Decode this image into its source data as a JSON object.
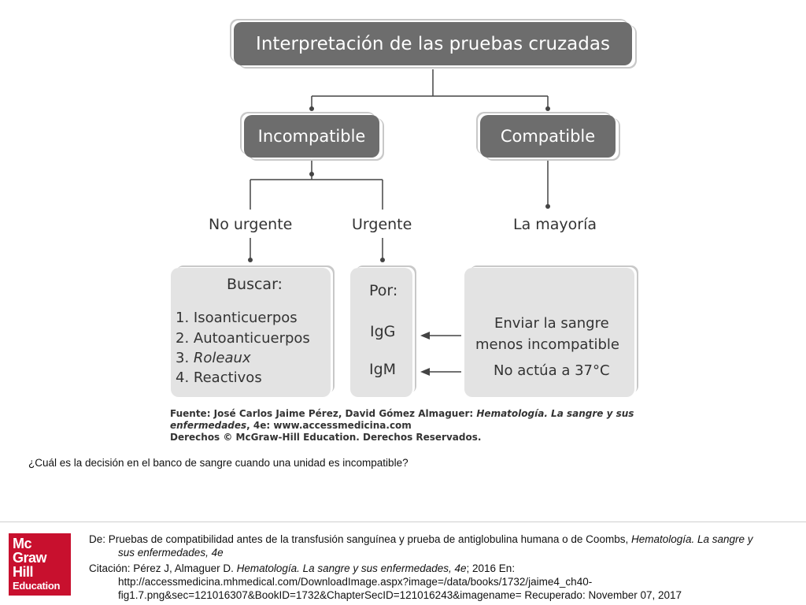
{
  "diagram": {
    "title": "Interpretación de las pruebas cruzadas",
    "incompatible": "Incompatible",
    "compatible": "Compatible",
    "no_urgente": "No urgente",
    "urgente": "Urgente",
    "la_mayoria": "La mayoría",
    "buscar_title": "Buscar:",
    "buscar_items": [
      "1. Isoanticuerpos",
      "2. Autoanticuerpos",
      "3. ",
      "Roleaux",
      "4. Reactivos"
    ],
    "por_title": "Por:",
    "por_items": [
      "IgG",
      "IgM"
    ],
    "enviar_lines": [
      "Enviar la sangre",
      "menos incompatible",
      "No actúa a 37°C"
    ],
    "source_lines": [
      "Fuente: José Carlos Jaime Pérez, David Gómez Almaguer: ",
      "Hematología. La sangre y sus",
      "enfermedades",
      ", 4e: www.accessmedicina.com",
      "Derechos © McGraw-Hill Education. Derechos Reservados."
    ]
  },
  "question": "¿Cuál es la decisión en el banco de sangre cuando una unidad es incompatible?",
  "logo": [
    "Mc",
    "Graw",
    "Hill",
    "Education"
  ],
  "reference": {
    "de_prefix": "De: Pruebas de compatibilidad antes de la transfusión sanguínea y prueba de antiglobulina humana o de Coombs, ",
    "de_italic_1": "Hematología. La sangre y",
    "de_italic_2": "sus enfermedades, 4e",
    "cit_prefix": "Citación: Pérez J, Almaguer D. ",
    "cit_italic": "Hematología. La sangre y sus enfermedades, 4e",
    "cit_suffix": "; 2016 En:",
    "cit_line2": "http://accessmedicina.mhmedical.com/DownloadImage.aspx?image=/data/books/1732/jaime4_ch40-",
    "cit_line3": "fig1.7.png&sec=121016307&BookID=1732&ChapterSecID=121016243&imagename= Recuperado: November 07, 2017"
  },
  "colors": {
    "pill": "#6d6d6d",
    "box": "#e3e3e3",
    "logo": "#c8102e"
  }
}
